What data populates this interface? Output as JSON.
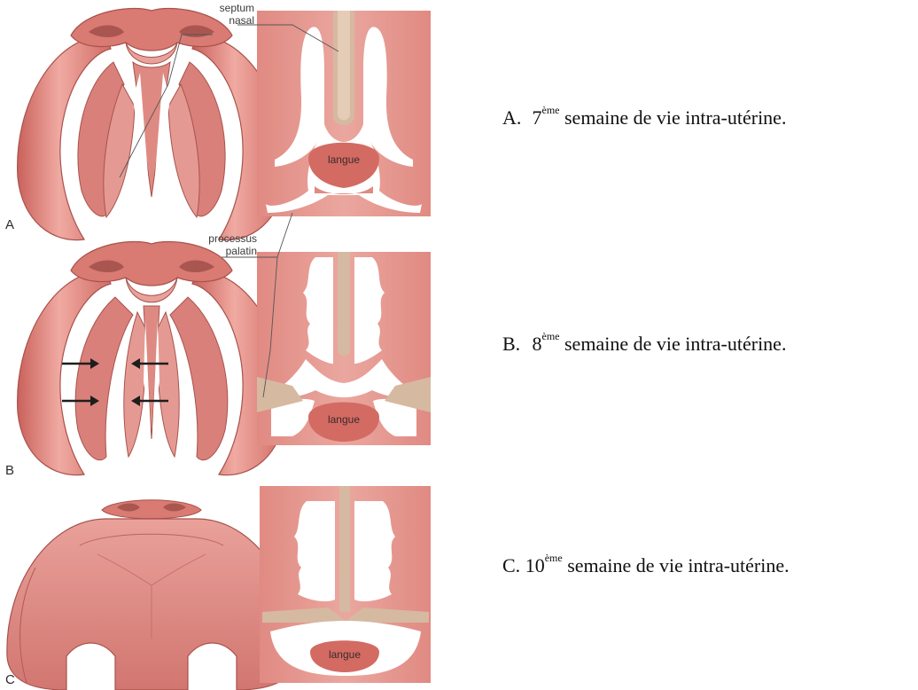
{
  "figure": {
    "labels": {
      "septum_line1": "septum",
      "septum_line2": "nasal",
      "processus_line1": "processus",
      "processus_line2": "palatin",
      "langue": "langue"
    },
    "panels": [
      {
        "letter": "A"
      },
      {
        "letter": "B"
      },
      {
        "letter": "C"
      }
    ],
    "captions": [
      {
        "prefix": "A.",
        "number": "7",
        "sup": "ème",
        "text": " semaine de vie intra-utérine."
      },
      {
        "prefix": "B.",
        "number": "8",
        "sup": "ème",
        "text": " semaine de vie intra-utérine."
      },
      {
        "prefix": "C.",
        "number": "10",
        "sup": "ème",
        "text": " semaine de vie intra-utérine."
      }
    ],
    "colors": {
      "tissue": "#e0867e",
      "tissue_dark": "#c96a62",
      "tissue_light": "#f1b5ad",
      "septum": "#d8bba5",
      "tongue": "#d9736b",
      "section_bg": "#e59c94",
      "outline": "#8e4a45"
    }
  }
}
